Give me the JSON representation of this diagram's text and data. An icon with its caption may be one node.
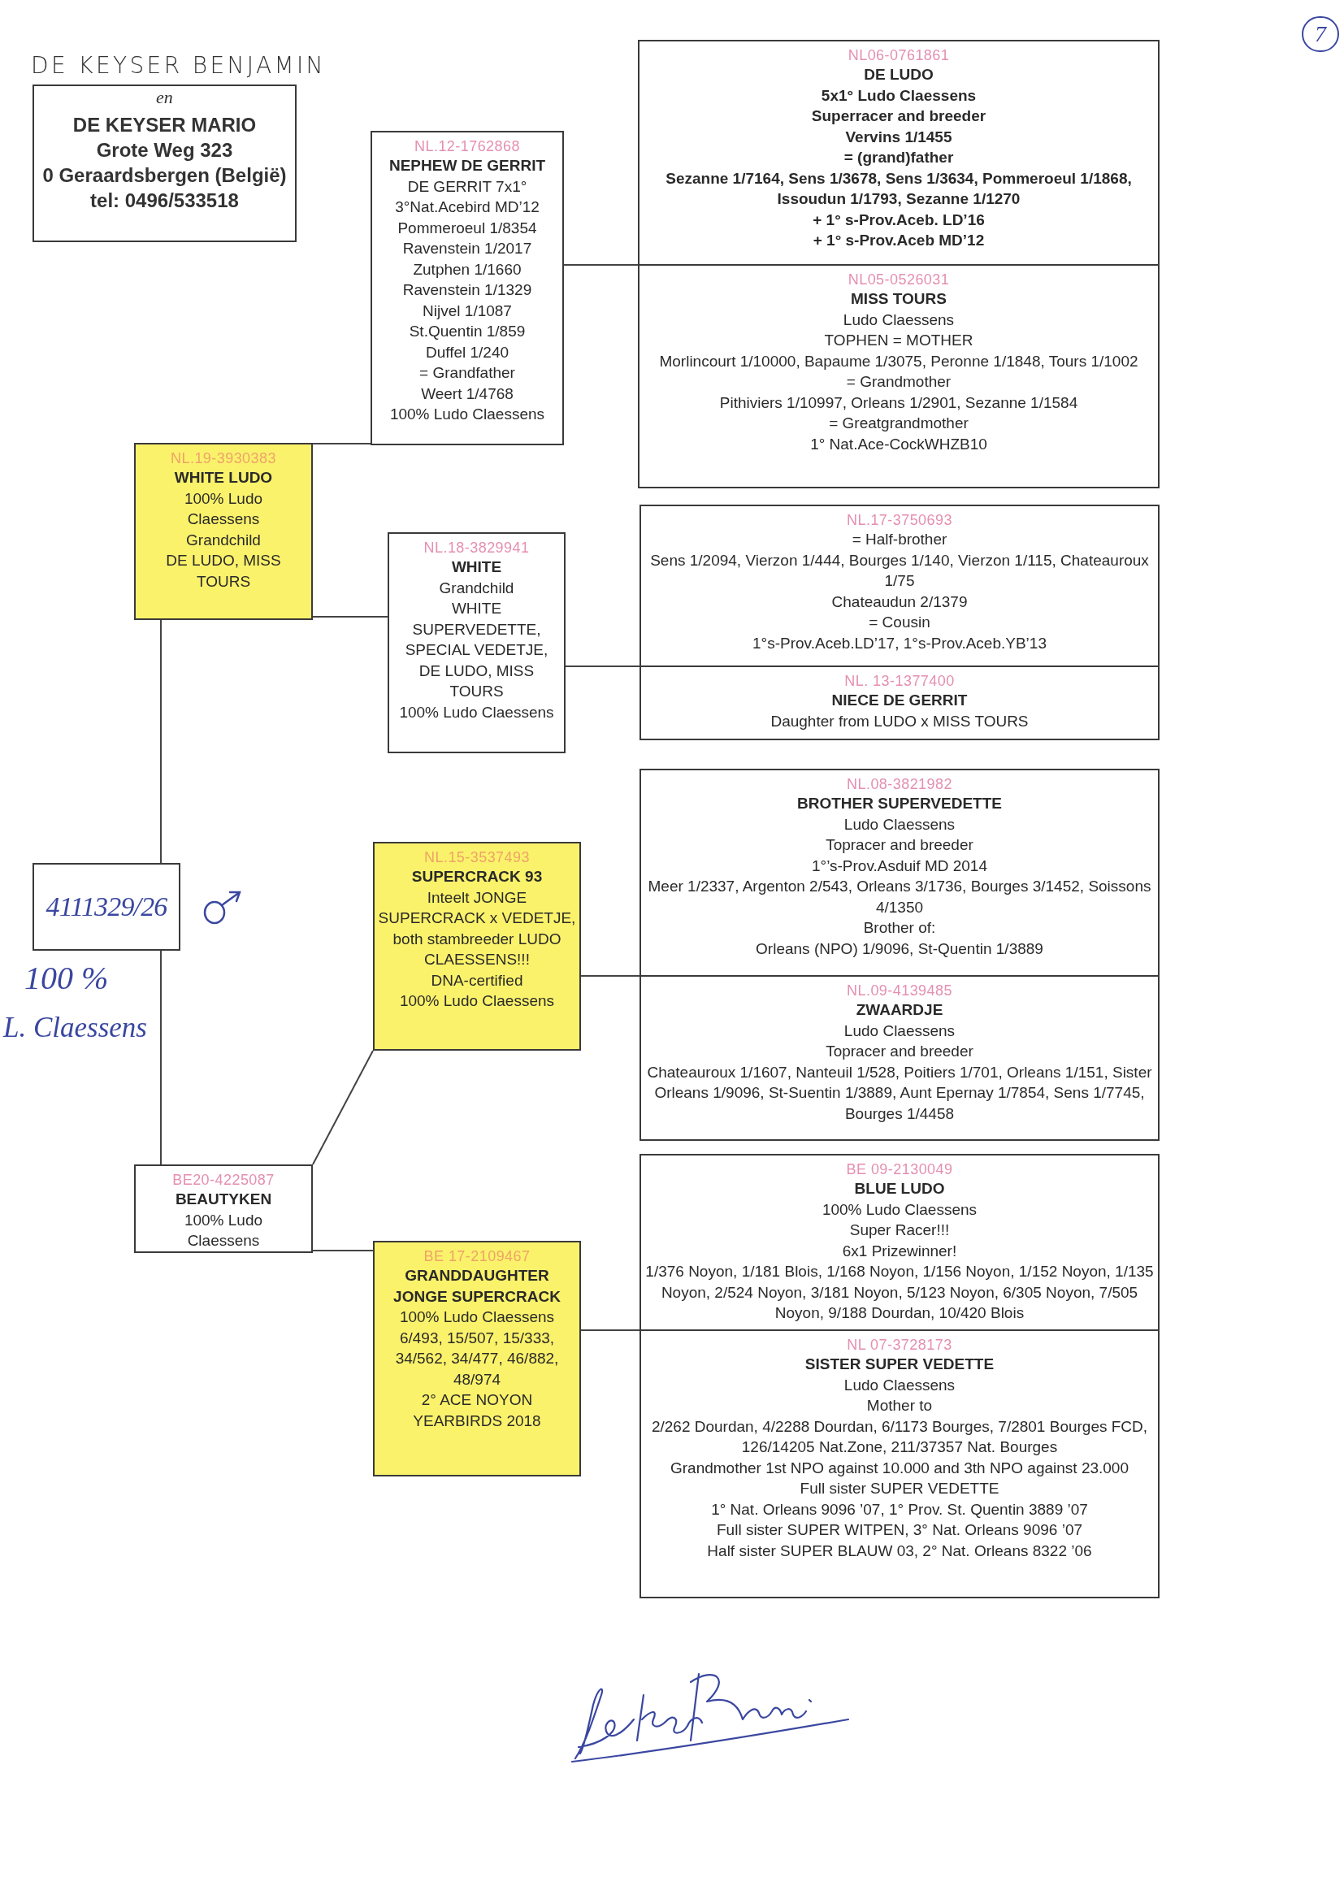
{
  "diagram": {
    "nodes": [
      {
        "text": [
          "en",
          "DE KEYSER MARIO",
          "Grote Weg 323",
          "0 Geraardsbergen (België)",
          "tel: 0496/533518"
        ],
        "beside": [
          "DE KEYSER BENJAMIN"
        ]
      },
      {
        "text": [
          "NL.12-1762868",
          "NEPHEW DE GERRIT",
          "DE GERRIT 7x1°",
          "3°Nat.Acebird MD’12",
          "Pommeroeul 1/8354",
          "Ravenstein 1/2017",
          "Zutphen 1/1660",
          "Ravenstein 1/1329",
          "Nijvel 1/1087",
          "St.Quentin 1/859",
          "Duffel 1/240",
          "= Grandfather",
          "Weert 1/4768",
          "100% Ludo Claessens"
        ]
      },
      {
        "text": [
          "NL06-0761861",
          "DE LUDO",
          "5x1° Ludo Claessens",
          "Superracer and breeder",
          "Vervins 1/1455",
          "= (grand)father",
          "Sezanne 1/7164, Sens 1/3678, Sens 1/3634, Pommeroeul 1/1868, Issoudun 1/1793, Sezanne 1/1270",
          "+ 1° s-Prov.Aceb. LD’16",
          "+ 1° s-Prov.Aceb MD’12"
        ]
      },
      {
        "text": [
          "NL05-0526031",
          "MISS TOURS",
          "Ludo Claessens",
          "TOPHEN = MOTHER",
          "Morlincourt 1/10000, Bapaume 1/3075, Peronne 1/1848, Tours 1/1002",
          "= Grandmother",
          "Pithiviers 1/10997, Orleans 1/2901, Sezanne 1/1584",
          "= Greatgrandmother",
          "1° Nat.Ace-CockWHZB10"
        ]
      },
      {
        "text": [
          "NL.19-3930383",
          "WHITE LUDO",
          "100% Ludo Claessens",
          "Grandchild",
          "DE LUDO, MISS TOURS"
        ]
      },
      {
        "text": [
          "NL.18-3829941",
          "WHITE",
          "Grandchild",
          "WHITE SUPERVEDETTE, SPECIAL VEDETJE, DE LUDO, MISS TOURS",
          "100% Ludo Claessens"
        ]
      },
      {
        "text": [
          "NL.17-3750693",
          "= Half-brother",
          "Sens 1/2094, Vierzon 1/444, Bourges 1/140, Vierzon 1/115, Chateauroux 1/75",
          "Chateaudun 2/1379",
          "= Cousin",
          "1°s-Prov.Aceb.LD’17, 1°s-Prov.Aceb.YB’13"
        ]
      },
      {
        "text": [
          "NL. 13-1377400",
          "NIECE DE GERRIT",
          "Daughter from LUDO x MISS TOURS"
        ]
      },
      {
        "text": [
          "4111329/26"
        ],
        "beside": [
          "100 %",
          "L. Claessens"
        ]
      },
      {
        "text": [
          "NL.15-3537493",
          "SUPERCRACK 93",
          "Inteelt JONGE SUPERCRACK x VEDETJE, both stambreeder LUDO CLAESSENS!!!",
          "DNA-certified",
          "100% Ludo Claessens"
        ]
      },
      {
        "text": [
          "NL.08-3821982",
          "BROTHER SUPERVEDETTE",
          "Ludo Claessens",
          "Topracer and breeder",
          "1°’s-Prov.Asduif MD 2014",
          "Meer 1/2337, Argenton 2/543, Orleans 3/1736, Bourges 3/1452, Soissons 4/1350",
          "Brother of:",
          "Orleans (NPO) 1/9096, St-Quentin 1/3889"
        ]
      },
      {
        "text": [
          "NL.09-4139485",
          "ZWAARDJE",
          "Ludo Claessens",
          "Topracer and breeder",
          "Chateauroux 1/1607, Nanteuil 1/528, Poitiers 1/701, Orleans 1/151, Sister Orleans 1/9096, St-Suentin 1/3889, Aunt Epernay 1/7854, Sens 1/7745, Bourges 1/4458"
        ]
      },
      {
        "text": [
          "BE20-4225087",
          "BEAUTYKEN",
          "100% Ludo Claessens"
        ]
      },
      {
        "text": [
          "BE 17-2109467",
          "GRANDDAUGHTER JONGE SUPERCRACK",
          "100% Ludo Claessens",
          "6/493, 15/507, 15/333, 34/562, 34/477, 46/882, 48/974",
          "2° ACE NOYON YEARBIRDS 2018"
        ]
      },
      {
        "text": [
          "BE 09-2130049",
          "BLUE LUDO",
          "100% Ludo Claessens",
          "Super Racer!!!",
          "6x1 Prizewinner!",
          "1/376 Noyon, 1/181 Blois, 1/168 Noyon, 1/156 Noyon, 1/152 Noyon, 1/135 Noyon, 2/524 Noyon, 3/181 Noyon, 5/123 Noyon, 6/305 Noyon, 7/505 Noyon, 9/188 Dourdan, 10/420 Blois"
        ]
      },
      {
        "text": [
          "NL 07-3728173",
          "SISTER SUPER VEDETTE",
          "Ludo Claessens",
          "Mother to",
          "2/262 Dourdan, 4/2288 Dourdan, 6/1173 Bourges, 7/2801 Bourges FCD, 126/14205 Nat.Zone, 211/37357 Nat. Bourges",
          "Grandmother 1st NPO against 10.000 and 3th NPO against 23.000",
          "Full sister SUPER VEDETTE",
          "1° Nat. Orleans 9096 ’07, 1° Prov. St. Quentin 3889 ’07",
          "Full sister SUPER WITPEN, 3° Nat. Orleans 9096 ’07",
          "Half sister SUPER BLAUW 03, 2° Nat. Orleans 8322 ’06"
        ]
      }
    ],
    "edges": [
      {
        "from": 8,
        "to": 4,
        "arrow": "none"
      },
      {
        "from": 8,
        "to": 12,
        "arrow": "none"
      },
      {
        "from": 4,
        "to": 1,
        "arrow": "none"
      },
      {
        "from": 4,
        "to": 5,
        "arrow": "none"
      },
      {
        "from": 1,
        "to": 2,
        "arrow": "none"
      },
      {
        "from": 1,
        "to": 3,
        "arrow": "none"
      },
      {
        "from": 5,
        "to": 6,
        "arrow": "none"
      },
      {
        "from": 5,
        "to": 7,
        "arrow": "none"
      },
      {
        "from": 12,
        "to": 9,
        "arrow": "none"
      },
      {
        "from": 12,
        "to": 13,
        "arrow": "none"
      },
      {
        "from": 9,
        "to": 10,
        "arrow": "none"
      },
      {
        "from": 9,
        "to": 11,
        "arrow": "none"
      },
      {
        "from": 13,
        "to": 14,
        "arrow": "none"
      },
      {
        "from": 13,
        "to": 15,
        "arrow": "none"
      }
    ],
    "labels": [
      "7"
    ]
  }
}
